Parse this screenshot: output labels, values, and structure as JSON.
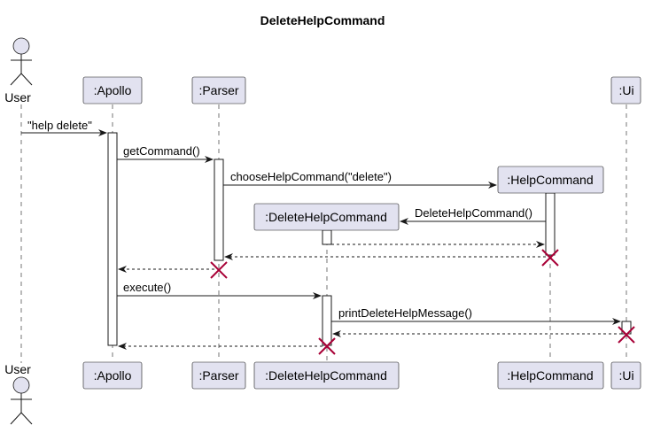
{
  "diagram": {
    "title": "DeleteHelpCommand",
    "participants": {
      "user": "User",
      "apollo": ":Apollo",
      "parser": ":Parser",
      "deletehelp": ":DeleteHelpCommand",
      "helpcommand": ":HelpCommand",
      "ui": ":Ui"
    },
    "messages": {
      "m1": "\"help delete\"",
      "m2": "getCommand()",
      "m3": "chooseHelpCommand(\"delete\")",
      "m4": "DeleteHelpCommand()",
      "m5": "execute()",
      "m6": "printDeleteHelpMessage()"
    },
    "colors": {
      "participant_fill": "#E2E2F0",
      "line": "#181818",
      "destroy": "#A80036"
    }
  }
}
